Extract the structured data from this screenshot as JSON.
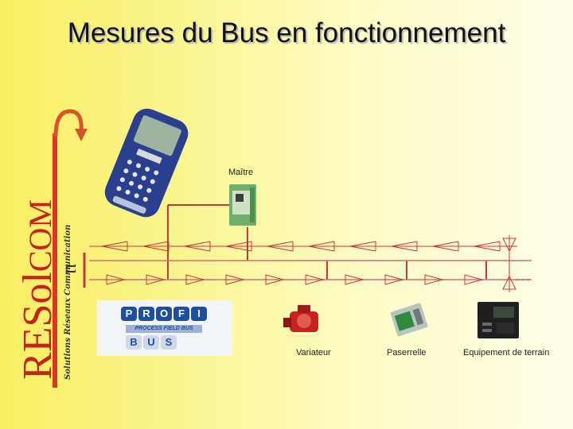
{
  "title": "Mesures du Bus en fonctionnement",
  "brand": {
    "name_main": "RESol",
    "name_com": "COM",
    "tagline": "Solutions Réseaux Communication",
    "color": "#c4231c"
  },
  "caption_u": "u",
  "devices": {
    "master_label": "Maître",
    "variator_label": "Variateur",
    "gateway_label": "Paserrelle",
    "field_label": "Equipement de terrain"
  },
  "profibus_logo": {
    "top_letters": [
      "P",
      "R",
      "O",
      "F",
      "I"
    ],
    "middle": "PROCESS FIELD BUS",
    "bottom_letters": [
      "B",
      "U",
      "S"
    ],
    "color": "#1d4f9c"
  },
  "colors": {
    "bus_line": "#c9353a",
    "arrow": "#d9532c",
    "device_red": "#c6231f",
    "device_green": "#2e8a3c"
  }
}
